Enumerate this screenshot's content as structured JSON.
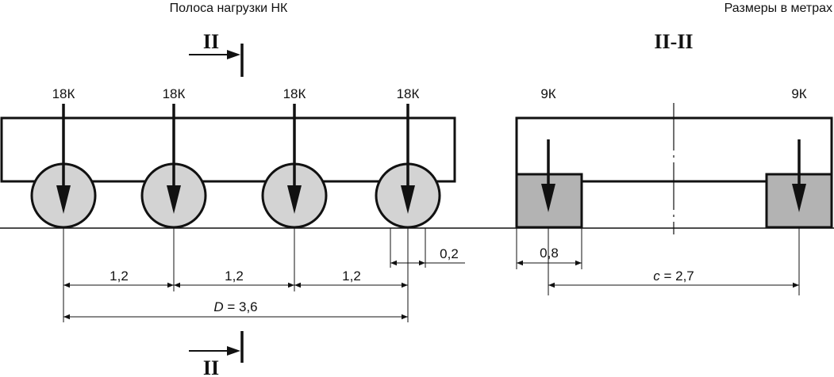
{
  "captions": {
    "left": "Полоса нагрузки НК",
    "right": "Размеры в метрах"
  },
  "section": {
    "mark": "II",
    "title": "II-II"
  },
  "side_view": {
    "axle_load": "18К",
    "spacing": "1,2",
    "D_symbol": "D",
    "D_value": " = 3,6",
    "offset": "0,2"
  },
  "cross_section": {
    "wheel_load": "9К",
    "wheel_width": "0,8",
    "c_symbol": "c",
    "c_value": " = 2,7"
  },
  "colors": {
    "stroke": "#111111",
    "wheel_fill": "#d3d3d3",
    "pad_fill": "#b3b3b3",
    "background": "#ffffff"
  }
}
